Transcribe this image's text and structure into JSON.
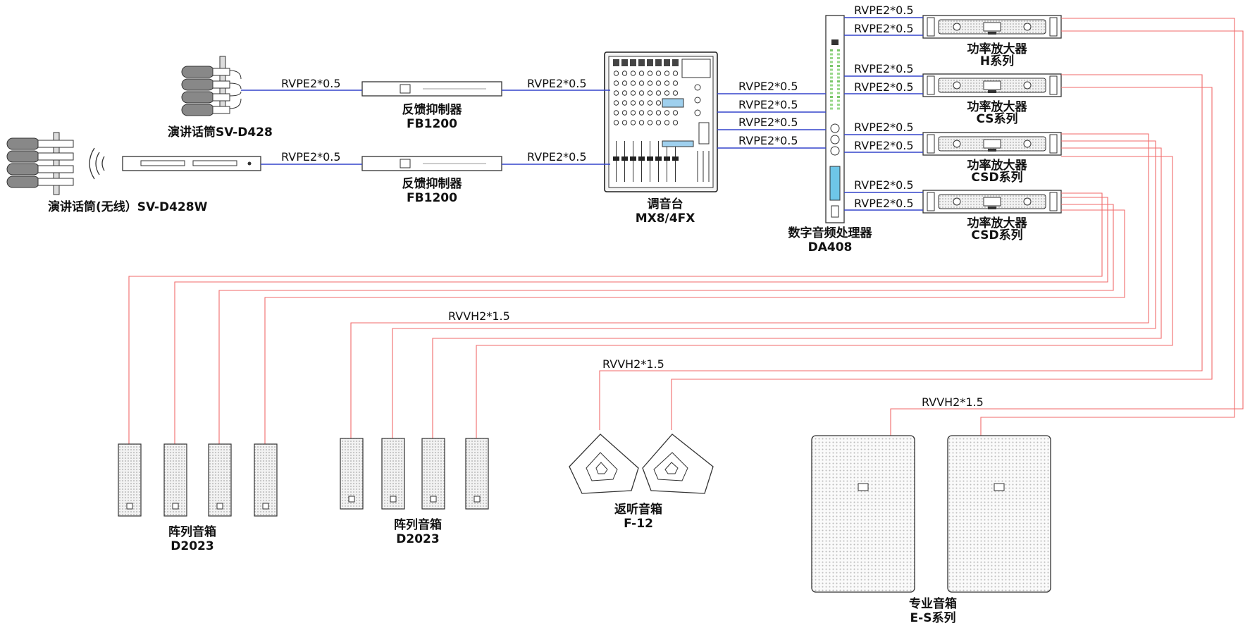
{
  "cables": {
    "signal": "RVPE2*0.5",
    "speaker": "RVVH2*1.5"
  },
  "devices": {
    "mic_wired": "演讲话筒SV-D428",
    "mic_wireless": "演讲话筒(无线）SV-D428W",
    "feedback_name": "反馈抑制器",
    "feedback_model": "FB1200",
    "mixer_name": "调音台",
    "mixer_model": "MX8/4FX",
    "dsp_name": "数字音频处理器",
    "dsp_model": "DA408",
    "amp_name": "功率放大器",
    "amp_h": "H系列",
    "amp_cs": "CS系列",
    "amp_csd": "CSD系列",
    "array_name": "阵列音箱",
    "array_model": "D2023",
    "monitor_name": "返听音箱",
    "monitor_model": "F-12",
    "pro_name": "专业音箱",
    "pro_model": "E-S系列"
  },
  "colors": {
    "signal_line": "#3344cc",
    "speaker_line": "#f06a6a",
    "device_outline": "#333333"
  }
}
